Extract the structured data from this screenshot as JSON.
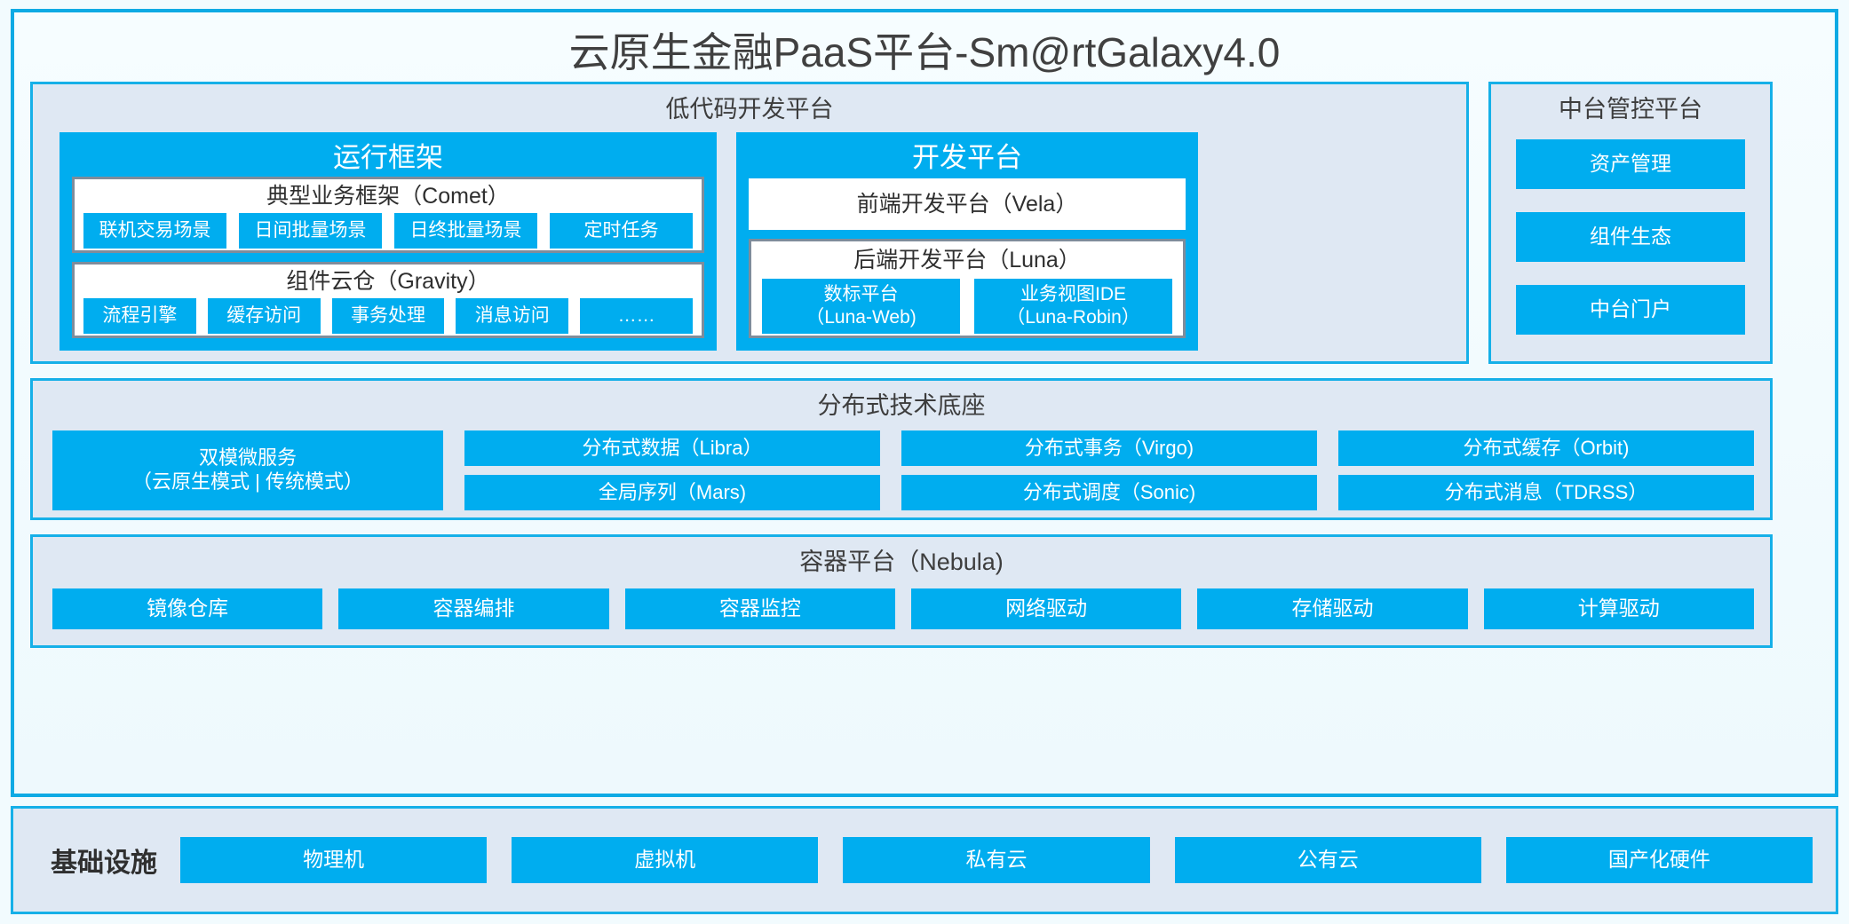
{
  "title": "云原生金融PaaS平台-Sm@rtGalaxy4.0",
  "lowcode": {
    "title": "低代码开发平台",
    "runtime": {
      "title": "运行框架",
      "comet": {
        "title": "典型业务框架（Comet）",
        "items": [
          "联机交易场景",
          "日间批量场景",
          "日终批量场景",
          "定时任务"
        ]
      },
      "gravity": {
        "title": "组件云仓（Gravity）",
        "items": [
          "流程引擎",
          "缓存访问",
          "事务处理",
          "消息访问",
          "……"
        ]
      }
    },
    "devplatform": {
      "title": "开发平台",
      "frontend": "前端开发平台（Vela）",
      "backend": {
        "title": "后端开发平台（Luna）",
        "items": [
          {
            "line1": "数标平台",
            "line2": "（Luna-Web)"
          },
          {
            "line1": "业务视图IDE",
            "line2": "（Luna-Robin）"
          }
        ]
      }
    }
  },
  "console": {
    "title": "中台管控平台",
    "items": [
      "资产管理",
      "组件生态",
      "中台门户"
    ]
  },
  "distributed": {
    "title": "分布式技术底座",
    "microservice": {
      "line1": "双模微服务",
      "line2": "（云原生模式 | 传统模式）"
    },
    "grid": [
      [
        "分布式数据（Libra）",
        "分布式事务（Virgo)",
        "分布式缓存（Orbit)"
      ],
      [
        "全局序列（Mars)",
        "分布式调度（Sonic)",
        "分布式消息（TDRSS）"
      ]
    ]
  },
  "container": {
    "title": "容器平台（Nebula)",
    "items": [
      "镜像仓库",
      "容器编排",
      "容器监控",
      "网络驱动",
      "存储驱动",
      "计算驱动"
    ]
  },
  "infrastructure": {
    "label": "基础设施",
    "items": [
      "物理机",
      "虚拟机",
      "私有云",
      "公有云",
      "国产化硬件"
    ]
  },
  "colors": {
    "accent": "#00adef",
    "border": "#16b0e8",
    "panel_bg": "#dfe8f3",
    "page_bg": "#f2fbfe",
    "grey_border": "#7f8c9b"
  }
}
